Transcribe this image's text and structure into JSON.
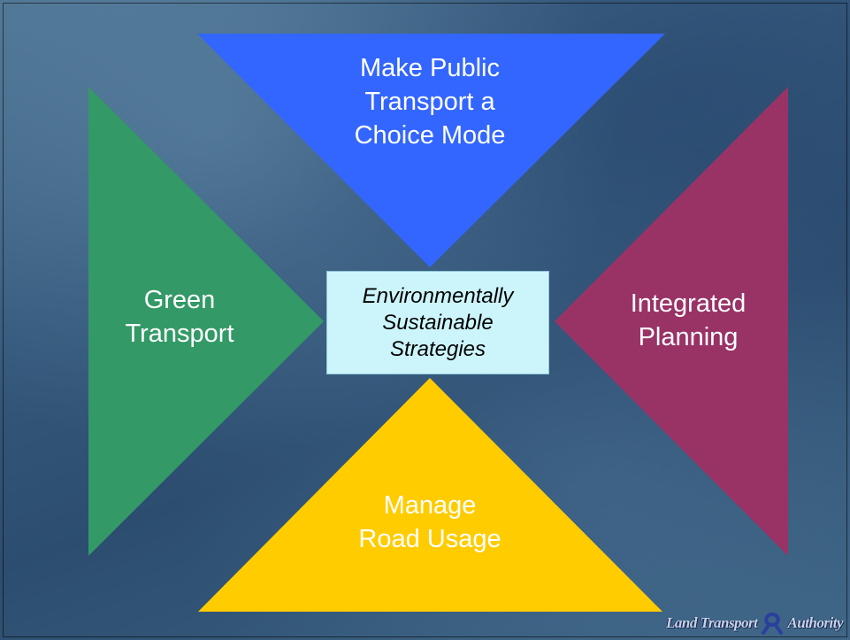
{
  "slide": {
    "top_triangle": {
      "text": "Make Public\nTransport a\nChoice Mode",
      "color": "#3366ff"
    },
    "left_triangle": {
      "text": "Green\nTransport",
      "color": "#339966"
    },
    "right_triangle": {
      "text": "Integrated\nPlanning",
      "color": "#993366"
    },
    "bottom_triangle": {
      "text": "Manage\nRoad Usage",
      "color": "#ffcc00"
    },
    "center": {
      "text": "Environmentally\nSustainable\nStrategies",
      "color": "#ccf5fb"
    }
  },
  "logo": {
    "left_text": "Land Transport",
    "right_text": "Authority",
    "icon": "ribbon-icon"
  }
}
